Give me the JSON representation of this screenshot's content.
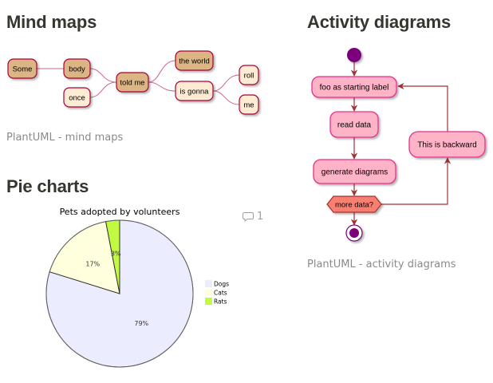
{
  "sections": {
    "mindmap": {
      "title": "Mind maps",
      "caption": "PlantUML - mind maps",
      "nodes": [
        {
          "id": "some",
          "label": "Some",
          "style": "dark"
        },
        {
          "id": "body",
          "label": "body",
          "style": "dark"
        },
        {
          "id": "once",
          "label": "once",
          "style": "light"
        },
        {
          "id": "toldme",
          "label": "told me",
          "style": "dark"
        },
        {
          "id": "world",
          "label": "the world",
          "style": "dark"
        },
        {
          "id": "gonna",
          "label": "is gonna",
          "style": "light"
        },
        {
          "id": "roll",
          "label": "roll",
          "style": "light"
        },
        {
          "id": "me",
          "label": "me",
          "style": "light"
        }
      ],
      "colors": {
        "dark": "#dcb584",
        "light": "#fdebd3",
        "border": "#a80036",
        "line": "#c66a8a"
      }
    },
    "pie": {
      "title": "Pie charts",
      "comment_count": "1"
    },
    "activity": {
      "title": "Activity diagrams",
      "caption": "PlantUML - activity diagrams",
      "steps": {
        "start_label": "foo as starting label",
        "read": "read data",
        "generate": "generate diagrams",
        "decision": "more data?",
        "backward": "This is backward"
      },
      "colors": {
        "box": "#ffb3c6",
        "box_border": "#ea2d8c",
        "decision": "#f98070",
        "arrow": "#a33232",
        "node": "#7b017b"
      }
    }
  },
  "chart_data": {
    "type": "pie",
    "title": "Pets adopted by volunteers",
    "categories": [
      "Dogs",
      "Cats",
      "Rats"
    ],
    "values": [
      79,
      17,
      3
    ],
    "labels": [
      "79%",
      "17%",
      "3%"
    ],
    "colors": [
      "#ececff",
      "#ffffde",
      "#c1fa41"
    ],
    "legend": "right"
  }
}
